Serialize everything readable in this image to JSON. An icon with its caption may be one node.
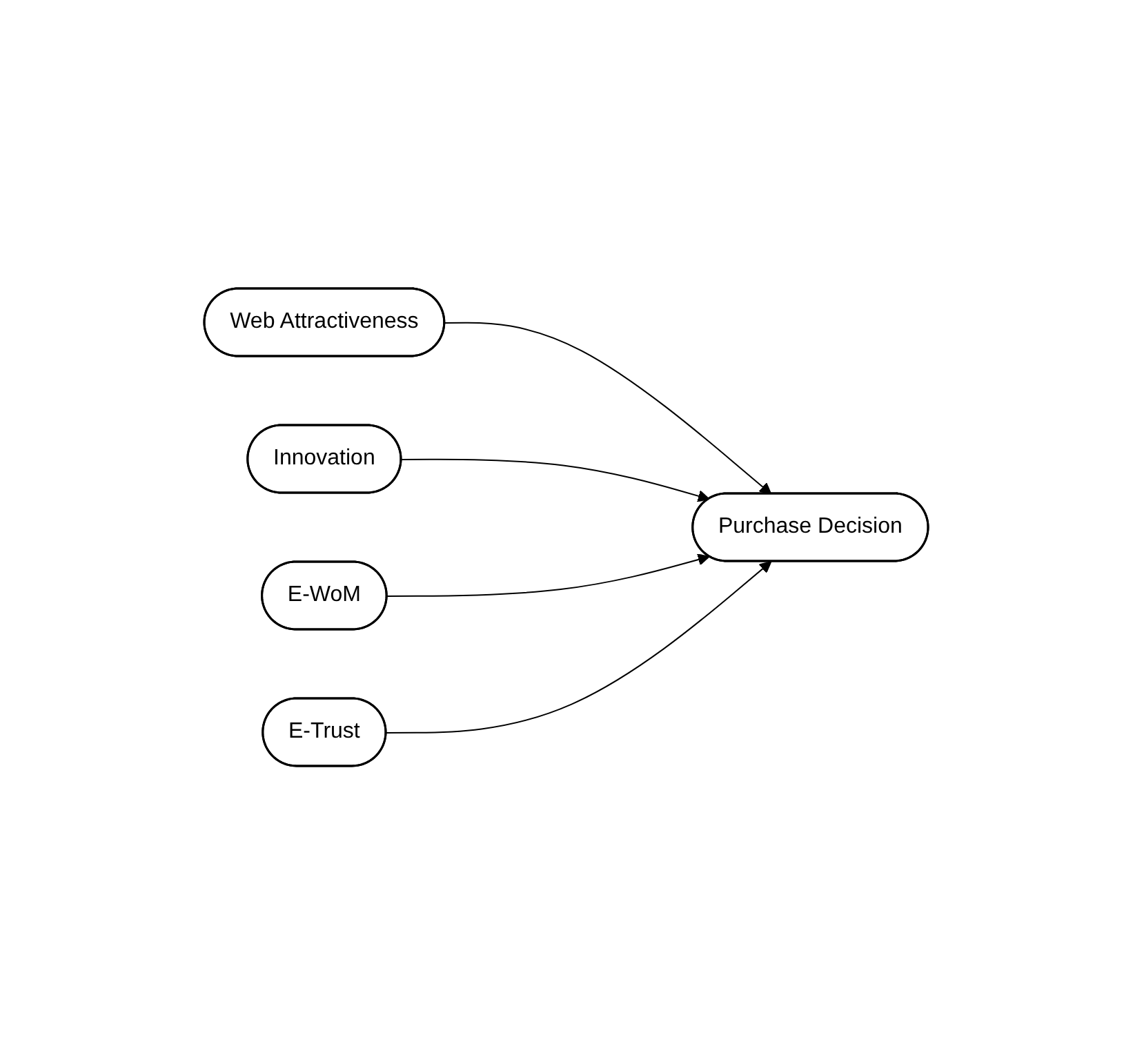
{
  "diagram": {
    "nodes": [
      {
        "text": [
          "Web Attractiveness"
        ]
      },
      {
        "text": [
          "Innovation"
        ]
      },
      {
        "text": [
          "E-WoM"
        ]
      },
      {
        "text": [
          "E-Trust"
        ]
      },
      {
        "text": [
          "Purchase Decision"
        ]
      }
    ],
    "edges": [
      {
        "from": 0,
        "to": 4,
        "arrow": "to"
      },
      {
        "from": 1,
        "to": 4,
        "arrow": "to"
      },
      {
        "from": 2,
        "to": 4,
        "arrow": "to"
      },
      {
        "from": 3,
        "to": 4,
        "arrow": "to"
      }
    ]
  }
}
